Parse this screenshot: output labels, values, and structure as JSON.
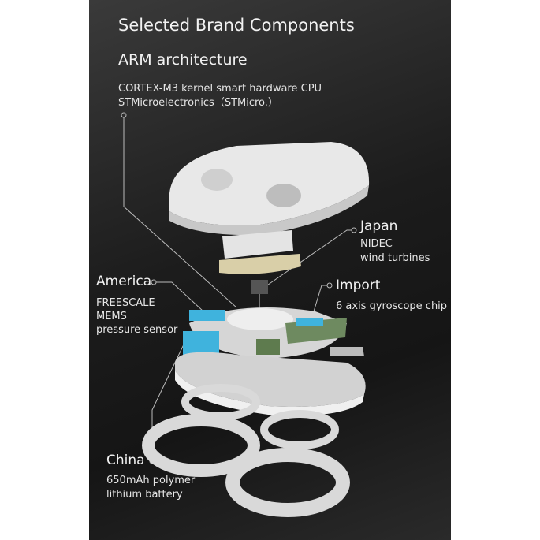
{
  "title": "Selected Brand Components",
  "arm": {
    "heading": "ARM architecture",
    "line1": "CORTEX-M3  kernel smart hardware  CPU",
    "line2": "STMicroelectronics（STMicro.）"
  },
  "japan": {
    "heading": "Japan",
    "line1": "NIDEC",
    "line2": "wind turbines"
  },
  "america": {
    "heading": "America",
    "line1": "FREESCALE",
    "line2": "MEMS",
    "line3": "pressure sensor"
  },
  "import": {
    "heading": "Import",
    "line1": "6 axis gyroscope chip"
  },
  "china": {
    "heading": "China",
    "line1": "650mAh  polymer",
    "line2": "lithium battery"
  },
  "colors": {
    "background": "#1c1c1c",
    "accent_blue": "#3fb3dd",
    "pcb_green": "#5e7b4e"
  }
}
